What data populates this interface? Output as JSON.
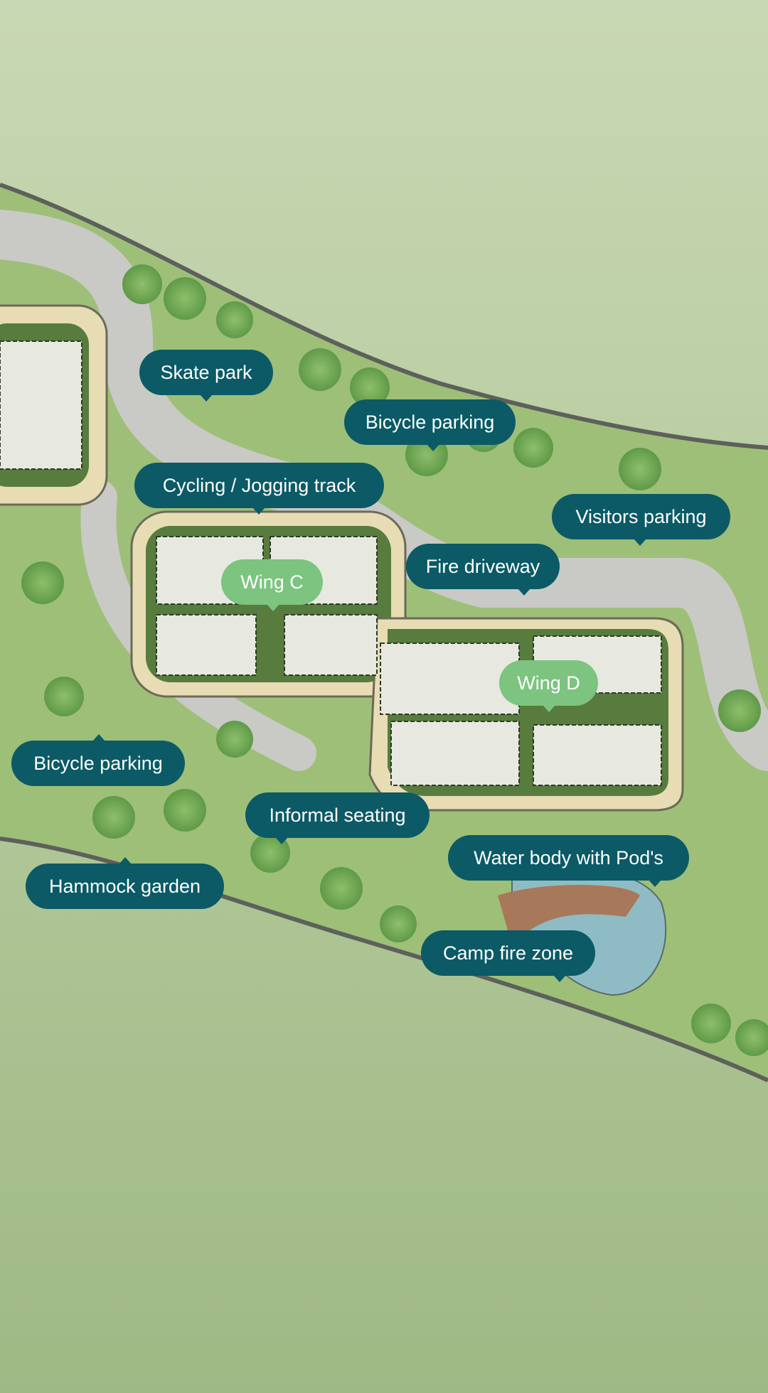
{
  "colors": {
    "label_dark": "#0b5a66",
    "label_wing": "#7cc47f",
    "forest": "#a9c08e"
  },
  "labels": [
    {
      "id": "skate-park",
      "text": "Skate park",
      "style": "dark"
    },
    {
      "id": "bicycle-parking-top",
      "text": "Bicycle parking",
      "style": "dark"
    },
    {
      "id": "cycling-jogging-track",
      "text": "Cycling / Jogging track",
      "style": "dark"
    },
    {
      "id": "visitors-parking",
      "text": "Visitors parking",
      "style": "dark"
    },
    {
      "id": "fire-driveway",
      "text": "Fire driveway",
      "style": "dark"
    },
    {
      "id": "wing-c",
      "text": "Wing C",
      "style": "light"
    },
    {
      "id": "wing-d",
      "text": "Wing D",
      "style": "light"
    },
    {
      "id": "bicycle-parking-left",
      "text": "Bicycle parking",
      "style": "dark"
    },
    {
      "id": "informal-seating",
      "text": "Informal seating",
      "style": "dark"
    },
    {
      "id": "water-body",
      "text": "Water body with Pod's",
      "style": "dark"
    },
    {
      "id": "hammock-garden",
      "text": "Hammock garden",
      "style": "dark"
    },
    {
      "id": "camp-fire-zone",
      "text": "Camp fire zone",
      "style": "dark"
    }
  ]
}
